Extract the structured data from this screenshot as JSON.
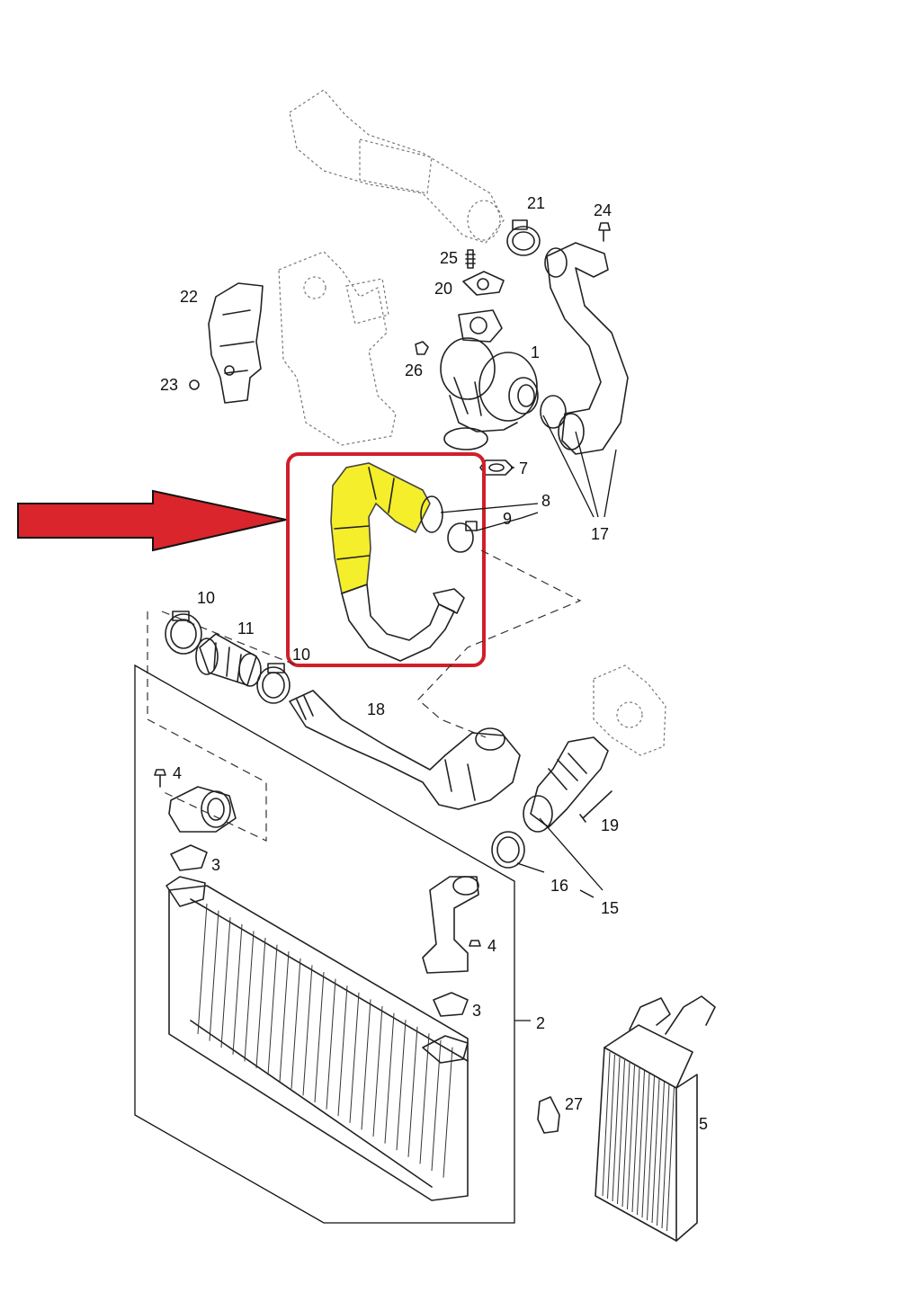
{
  "colors": {
    "highlight_box": "#d11f2a",
    "arrow": "#d9252b",
    "hose_highlight": "#f5ee2a"
  },
  "callouts": {
    "c1": "1",
    "c2": "2",
    "c3a": "3",
    "c3b": "3",
    "c4a": "4",
    "c4b": "4",
    "c5": "5",
    "c7": "7",
    "c8": "8",
    "c9": "9",
    "c10a": "10",
    "c10b": "10",
    "c11": "11",
    "c15": "15",
    "c16": "16",
    "c17": "17",
    "c18": "18",
    "c19": "19",
    "c20": "20",
    "c21": "21",
    "c22": "22",
    "c23": "23",
    "c24": "24",
    "c25": "25",
    "c26": "26",
    "c27": "27"
  }
}
